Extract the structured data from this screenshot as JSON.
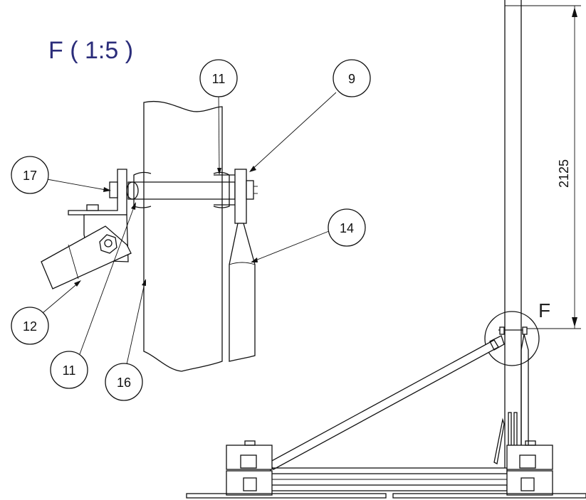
{
  "detail_view": {
    "title": "F ( 1:5 )",
    "callout_letter": "F"
  },
  "dimension": {
    "height_value": "2125"
  },
  "balloons": [
    {
      "id": "11",
      "label": "11"
    },
    {
      "id": "9",
      "label": "9"
    },
    {
      "id": "17",
      "label": "17"
    },
    {
      "id": "14",
      "label": "14"
    },
    {
      "id": "12",
      "label": "12"
    },
    {
      "id": "11b",
      "label": "11"
    },
    {
      "id": "16",
      "label": "16"
    }
  ],
  "colors": {
    "title_color": "#2b2d7a",
    "line_color": "#111111"
  }
}
